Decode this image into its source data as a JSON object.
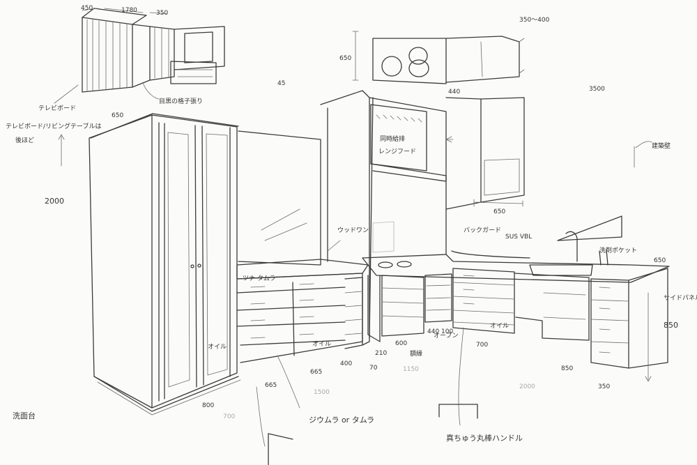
{
  "dimensions": {
    "d450": "450",
    "d1780": "1780",
    "d350_top": "350",
    "d650_tall": "650",
    "d2000": "2000",
    "d45": "45",
    "d350_400": "350〜400",
    "d650_hood": "650",
    "d440": "440",
    "d3500": "3500",
    "d650_hood_w": "650",
    "d650_side": "650",
    "d850_h": "850",
    "d800": "800",
    "d665_a": "665",
    "d665_b": "665",
    "d1500": "1500",
    "d400": "400",
    "d210": "210",
    "d70": "70",
    "d600": "600",
    "d1150": "1150",
    "d440_100": "440 100",
    "d700": "700",
    "d850_w": "850",
    "d2000_floor": "2000",
    "d350_right": "350",
    "d700_floor": "700"
  },
  "labels": {
    "tv_board": "テレビボード",
    "tv_note_1": "テレビボード/リビングテーブルは",
    "tv_note_2": "後ほど",
    "mokume": "目黒の格子張り",
    "hood": "同時給排",
    "hood_2": "レンジフード",
    "backguard": "バックガード",
    "sus": "SUS VBL",
    "kenchiku": "建築壁",
    "senzai": "洗剤ポケット",
    "side_panel": "サイドパネル",
    "tsuri_tamura": "ツナ タムラ",
    "wood_label": "ウッドワン",
    "oven": "オーブン",
    "oil_1": "オイル",
    "oil_2": "オイル",
    "oil_3": "オイル",
    "gakubuchi": "額縁",
    "handle_note": "真ちゅう丸棒ハンドル",
    "doors_note": "ジウムラ or タムラ",
    "senmendai": "洗面台"
  }
}
